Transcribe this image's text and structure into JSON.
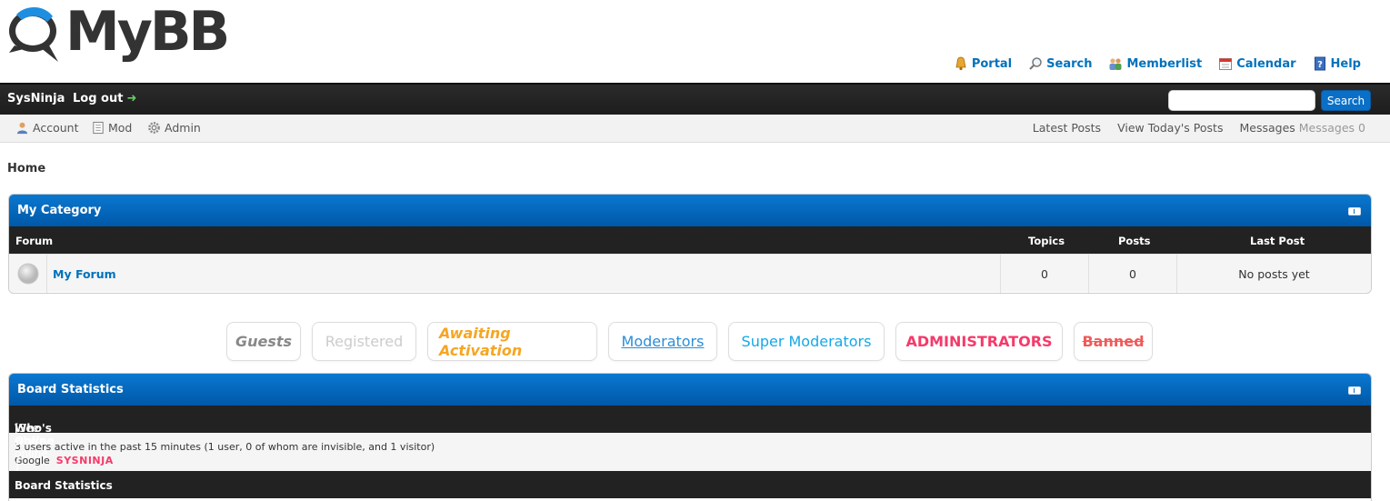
{
  "header": {
    "logo_text": "MyBB",
    "top_links": [
      {
        "label": "Portal",
        "icon": "bell-icon"
      },
      {
        "label": "Search",
        "icon": "magnifier-icon"
      },
      {
        "label": "Memberlist",
        "icon": "members-icon"
      },
      {
        "label": "Calendar",
        "icon": "calendar-icon"
      },
      {
        "label": "Help",
        "icon": "help-icon"
      }
    ]
  },
  "userbar": {
    "username": "SysNinja",
    "logout_label": "Log out",
    "search_button": "Search",
    "search_value": ""
  },
  "panel": {
    "left": [
      {
        "label": "Account",
        "icon": "user-icon"
      },
      {
        "label": "Mod",
        "icon": "notepad-icon"
      },
      {
        "label": "Admin",
        "icon": "gear-icon"
      }
    ],
    "latest_posts": "Latest Posts",
    "todays_posts": "View Today's Posts",
    "messages_label": "Messages",
    "messages_count": "Messages 0"
  },
  "breadcrumb": "Home",
  "category": {
    "title": "My Category",
    "columns": {
      "forum": "Forum",
      "topics": "Topics",
      "posts": "Posts",
      "last_post": "Last Post"
    },
    "forums": [
      {
        "name": "My Forum",
        "topics": "0",
        "posts": "0",
        "last_post": "No posts yet"
      }
    ]
  },
  "groups": [
    {
      "label": "Guests",
      "color": "#888888"
    },
    {
      "label": "Registered",
      "color": "#cccccc"
    },
    {
      "label": "Awaiting Activation",
      "color": "#f5a623"
    },
    {
      "label": "Moderators",
      "color": "#2a8fd8"
    },
    {
      "label": "Super Moderators",
      "color": "#13a8e8"
    },
    {
      "label": "ADMINISTRATORS",
      "color": "#f53a6a"
    },
    {
      "label": "Banned",
      "color": "#f05a5a"
    }
  ],
  "stats": {
    "title": "Board Statistics",
    "whos_online_label": "Who's Online",
    "whos_online_link": "[See who's online ]",
    "online_text": "3 users active in the past 15 minutes (1 user, 0 of whom are invisible, and 1 visitor)",
    "online_bot": "Google",
    "online_user": "SYSNINJA",
    "board_stats_label": "Board Statistics"
  },
  "colors": {
    "brand_blue": "#0072bc",
    "thead_blue": "#0a6fc7",
    "bar_dark": "#222222"
  }
}
